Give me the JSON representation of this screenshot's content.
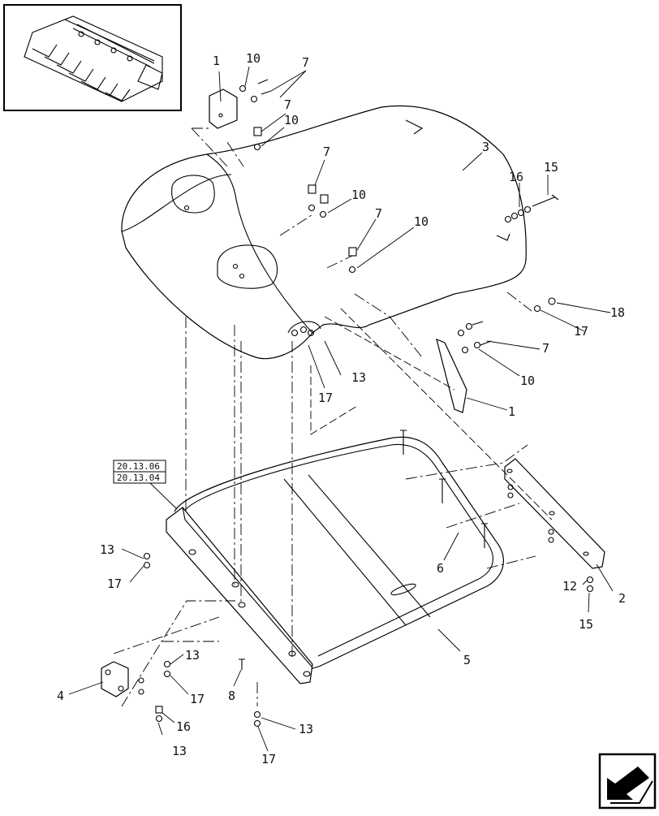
{
  "callouts": {
    "c1a": "1",
    "c10a": "10",
    "c7a": "7",
    "c7b": "7",
    "c10b": "10",
    "c3": "3",
    "c7c": "7",
    "c16a": "16",
    "c15a": "15",
    "c10c": "10",
    "c7d": "7",
    "c10d": "10",
    "c18": "18",
    "c17a": "17",
    "c13a": "13",
    "c17b": "17",
    "c7e": "7",
    "c10e": "10",
    "c1b": "1",
    "c13b": "13",
    "c17c": "17",
    "c6": "6",
    "c12": "12",
    "c2": "2",
    "c15b": "15",
    "c5": "5",
    "c4": "4",
    "c13c": "13",
    "c17d": "17",
    "c8": "8",
    "c16b": "16",
    "c13d": "13",
    "c13e": "13",
    "c17e": "17"
  },
  "references": [
    "20.13.06",
    "20.13.04"
  ],
  "icons": {
    "thumbnail": "corn-header-thumbnail-icon",
    "nav": "previous-page-arrow-icon"
  }
}
